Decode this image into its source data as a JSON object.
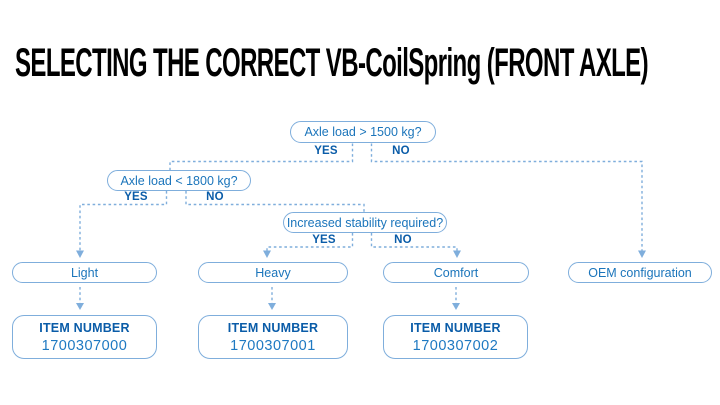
{
  "title": "SELECTING THE CORRECT VB-CoilSpring (FRONT AXLE)",
  "flowchart": {
    "decisions": [
      {
        "question": "Axle load > 1500 kg?",
        "yes": "YES",
        "no": "NO"
      },
      {
        "question": "Axle load < 1800 kg?",
        "yes": "YES",
        "no": "NO"
      },
      {
        "question": "Increased stability required?",
        "yes": "YES",
        "no": "NO"
      }
    ],
    "outcomes": [
      {
        "label": "Light",
        "item_label": "ITEM NUMBER",
        "item_number": "1700307000"
      },
      {
        "label": "Heavy",
        "item_label": "ITEM NUMBER",
        "item_number": "1700307001"
      },
      {
        "label": "Comfort",
        "item_label": "ITEM NUMBER",
        "item_number": "1700307002"
      },
      {
        "label": "OEM configuration"
      }
    ]
  },
  "colors": {
    "background": "#FFFFFF",
    "title_text": "#000000",
    "line": "#7FAEDC",
    "question_text": "#1B75BB",
    "branch_label": "#0A5CA8",
    "item_label": "#0A5CA8",
    "item_number": "#1E79C2"
  }
}
